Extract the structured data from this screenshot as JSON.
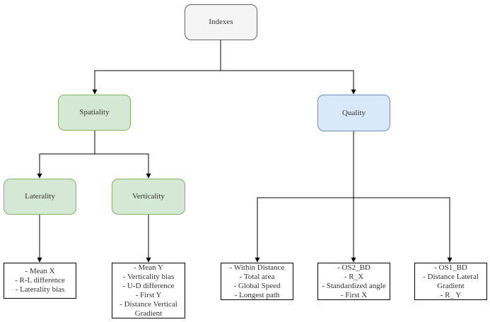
{
  "nodes": {
    "root": "Indexes",
    "spatiality": "Spatiality",
    "quality": "Quality",
    "laterality": "Laterality",
    "verticality": "Verticality"
  },
  "leaves": {
    "laterality": [
      "- Mean X",
      "- R-L difference",
      "- Laterality bias"
    ],
    "verticality": [
      "- Mean Y",
      "- Verticality bias",
      "- U-D difference",
      "- First Y",
      "- Distance Vertical",
      "Gradient"
    ],
    "quality_left": [
      "- Within Distance",
      "- Total area",
      "- Global Speed",
      "- Longest path"
    ],
    "quality_mid": [
      "- OS2_BD",
      "- R_X",
      "- Standardized angle",
      "- First X"
    ],
    "quality_right": [
      "- OS1_BD",
      "- Distance Lateral",
      "Gradient",
      "- R_ Y"
    ]
  },
  "colors": {
    "root_fill": "#f5f5f5",
    "green_fill": "#d5e8d4",
    "blue_fill": "#dae8fc"
  }
}
